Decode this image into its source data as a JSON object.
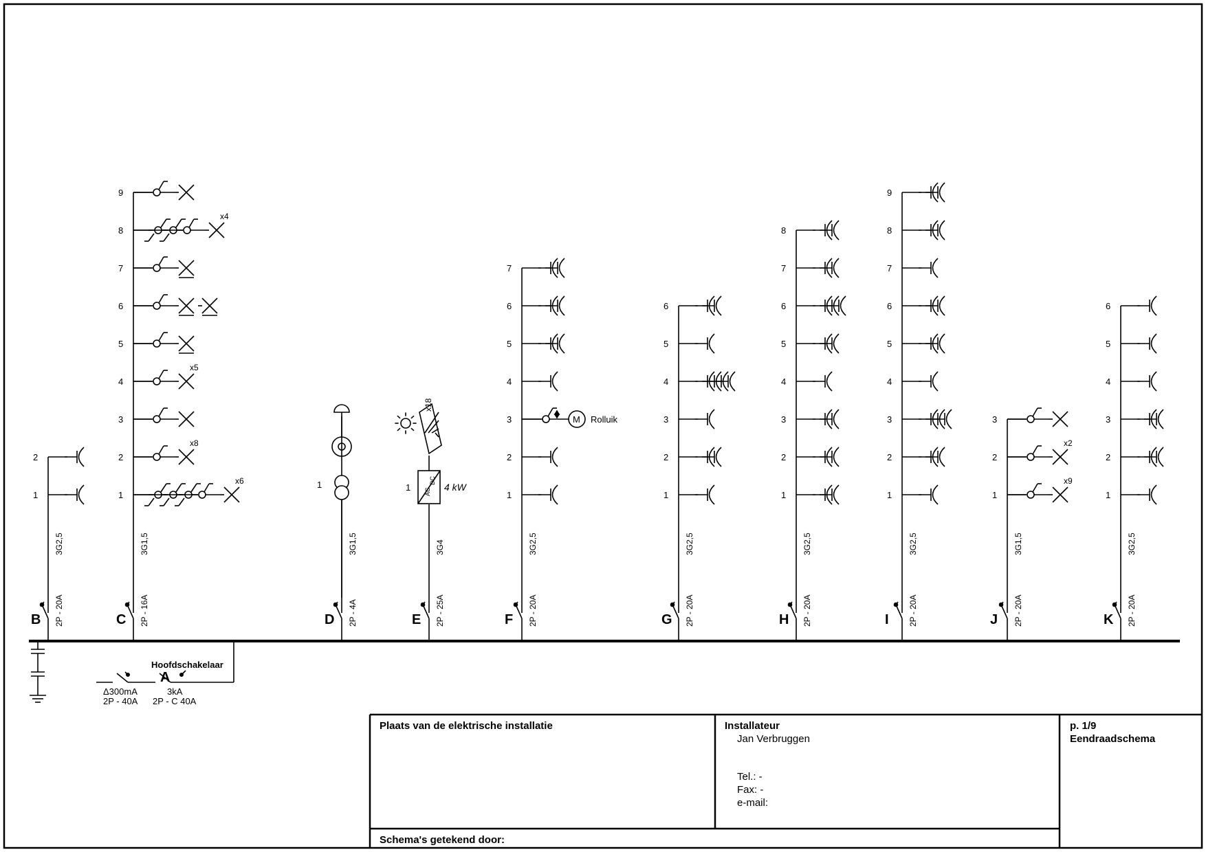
{
  "main_switch": {
    "label": "Hoofdschakelaar",
    "letter": "A",
    "diff_rating": "Δ300mA",
    "diff_poles": "2P - 40A",
    "breaker_kA": "3kA",
    "breaker_poles": "2P - C 40A"
  },
  "circuits": [
    {
      "letter": "B",
      "breaker": "2P - 20A",
      "cable": "3G2,5",
      "branches": [
        {
          "n": "1",
          "items": [
            "socket"
          ]
        },
        {
          "n": "2",
          "items": [
            "socket"
          ]
        }
      ]
    },
    {
      "letter": "C",
      "breaker": "2P - 16A",
      "cable": "3G1,5",
      "branches": [
        {
          "n": "1",
          "items": [
            "switch2",
            "switch2",
            "switch2",
            "switch",
            "lamp"
          ],
          "mult": "x6"
        },
        {
          "n": "2",
          "items": [
            "switch",
            "lamp"
          ],
          "mult": "x8"
        },
        {
          "n": "3",
          "items": [
            "switch",
            "lamp"
          ]
        },
        {
          "n": "4",
          "items": [
            "switch",
            "lamp"
          ],
          "mult": "x5"
        },
        {
          "n": "5",
          "items": [
            "switch",
            "lamp_fl"
          ]
        },
        {
          "n": "6",
          "items": [
            "switch",
            "lamp_fl",
            "lamp_fl"
          ]
        },
        {
          "n": "7",
          "items": [
            "switch",
            "lamp_fl"
          ]
        },
        {
          "n": "8",
          "items": [
            "switch2",
            "switch2",
            "switch",
            "lamp"
          ],
          "mult": "x4"
        },
        {
          "n": "9",
          "items": [
            "switch",
            "lamp"
          ]
        }
      ]
    },
    {
      "letter": "D",
      "breaker": "2P - 4A",
      "cable": "3G1,5",
      "special": "bell",
      "branch_n": "1"
    },
    {
      "letter": "E",
      "breaker": "2P - 25A",
      "cable": "3G4",
      "special": "pv",
      "branch_n": "1",
      "pv_count": "x18",
      "inv_ac": "AC",
      "inv_dc": "DC",
      "inv_power": "4 kW"
    },
    {
      "letter": "F",
      "breaker": "2P - 20A",
      "cable": "3G2,5",
      "branches": [
        {
          "n": "1",
          "items": [
            "socket"
          ]
        },
        {
          "n": "2",
          "items": [
            "socket"
          ]
        },
        {
          "n": "3",
          "items": [
            "rolluik"
          ],
          "label": "Rolluik",
          "motor": "M"
        },
        {
          "n": "4",
          "items": [
            "socket"
          ]
        },
        {
          "n": "5",
          "items": [
            "socket",
            "socket"
          ]
        },
        {
          "n": "6",
          "items": [
            "socket",
            "socket"
          ]
        },
        {
          "n": "7",
          "items": [
            "socket",
            "socket"
          ]
        }
      ]
    },
    {
      "letter": "G",
      "breaker": "2P - 20A",
      "cable": "3G2,5",
      "branches": [
        {
          "n": "1",
          "items": [
            "socket"
          ]
        },
        {
          "n": "2",
          "items": [
            "socket",
            "socket"
          ]
        },
        {
          "n": "3",
          "items": [
            "socket"
          ]
        },
        {
          "n": "4",
          "items": [
            "socket",
            "socket",
            "socket",
            "socket"
          ]
        },
        {
          "n": "5",
          "items": [
            "socket"
          ]
        },
        {
          "n": "6",
          "items": [
            "socket",
            "socket"
          ]
        }
      ]
    },
    {
      "letter": "H",
      "breaker": "2P - 20A",
      "cable": "3G2,5",
      "branches": [
        {
          "n": "1",
          "items": [
            "socket",
            "socket"
          ]
        },
        {
          "n": "2",
          "items": [
            "socket",
            "socket"
          ]
        },
        {
          "n": "3",
          "items": [
            "socket",
            "socket"
          ]
        },
        {
          "n": "4",
          "items": [
            "socket"
          ]
        },
        {
          "n": "5",
          "items": [
            "socket",
            "socket"
          ]
        },
        {
          "n": "6",
          "items": [
            "socket",
            "socket",
            "socket"
          ]
        },
        {
          "n": "7",
          "items": [
            "socket",
            "socket"
          ]
        },
        {
          "n": "8",
          "items": [
            "socket",
            "socket"
          ]
        }
      ]
    },
    {
      "letter": "I",
      "breaker": "2P - 20A",
      "cable": "3G2,5",
      "branches": [
        {
          "n": "1",
          "items": [
            "socket"
          ]
        },
        {
          "n": "2",
          "items": [
            "socket",
            "socket"
          ]
        },
        {
          "n": "3",
          "items": [
            "socket",
            "socket",
            "socket"
          ]
        },
        {
          "n": "4",
          "items": [
            "socket"
          ]
        },
        {
          "n": "5",
          "items": [
            "socket",
            "socket"
          ]
        },
        {
          "n": "6",
          "items": [
            "socket",
            "socket"
          ]
        },
        {
          "n": "7",
          "items": [
            "socket"
          ]
        },
        {
          "n": "8",
          "items": [
            "socket",
            "socket"
          ]
        },
        {
          "n": "9",
          "items": [
            "socket",
            "socket"
          ]
        }
      ]
    },
    {
      "letter": "J",
      "breaker": "2P - 20A",
      "cable": "3G1,5",
      "branches": [
        {
          "n": "1",
          "items": [
            "switch",
            "lamp"
          ],
          "mult": "x9"
        },
        {
          "n": "2",
          "items": [
            "switch",
            "lamp"
          ],
          "mult": "x2"
        },
        {
          "n": "3",
          "items": [
            "switch",
            "lamp"
          ]
        }
      ]
    },
    {
      "letter": "K",
      "breaker": "2P - 20A",
      "cable": "3G2,5",
      "branches": [
        {
          "n": "1",
          "items": [
            "socket"
          ]
        },
        {
          "n": "2",
          "items": [
            "socket",
            "socket"
          ]
        },
        {
          "n": "3",
          "items": [
            "socket",
            "socket"
          ]
        },
        {
          "n": "4",
          "items": [
            "socket"
          ]
        },
        {
          "n": "5",
          "items": [
            "socket"
          ]
        },
        {
          "n": "6",
          "items": [
            "socket"
          ]
        }
      ]
    }
  ],
  "title_block": {
    "location_title": "Plaats van de elektrische installatie",
    "installer_title": "Installateur",
    "installer_name": "Jan Verbruggen",
    "tel": "Tel.: -",
    "fax": "Fax: -",
    "email": "e-mail:",
    "page": "p. 1/9",
    "doc_type": "Eendraadschema",
    "drawn_by": "Schema's getekend door:"
  }
}
